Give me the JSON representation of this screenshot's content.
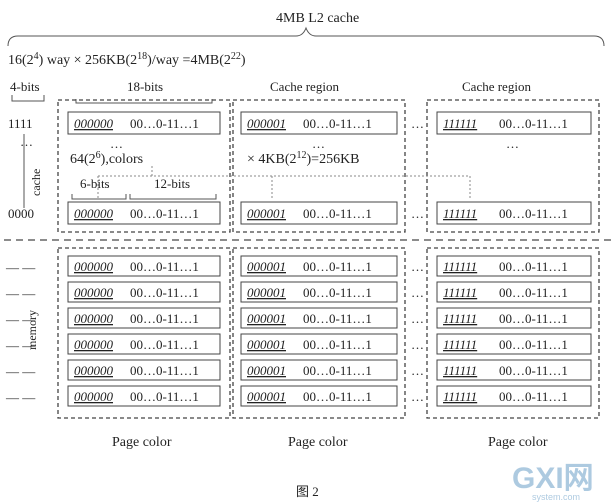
{
  "title": "4MB L2 cache",
  "equation": {
    "p1": "16(2",
    "e1": "4",
    "p2": ") way × 256KB(2",
    "e2": "18",
    "p3": ")/way =4MB(2",
    "e3": "22",
    "p4": ")"
  },
  "labels": {
    "four_bits": "4-bits",
    "eighteen_bits": "18-bits",
    "six_bits": "6-bits",
    "twelve_bits": "12-bits",
    "cache_region_1": "Cache region",
    "cache_region_2": "Cache region",
    "colors_p1": "64(2",
    "colors_e": "6",
    "colors_p2": "),colors",
    "size_p1": "× 4KB(2",
    "size_e": "12",
    "size_p2": ")=256KB",
    "row_top": "1111",
    "row_bottom": "0000",
    "cache_vertical": "cache",
    "memory_vertical": "memory",
    "ellipsis": "…",
    "vdots": "⋮",
    "dash_mark": "— —"
  },
  "cells": {
    "prefix_a": "000000",
    "prefix_b": "000001",
    "prefix_c": "111111",
    "suffix": "00…0-11…1"
  },
  "page_colors": [
    "Page color",
    "Page color",
    "Page color"
  ],
  "figure_caption": "图 2",
  "watermark": {
    "logo": "GXI网",
    "site": "system.com"
  }
}
